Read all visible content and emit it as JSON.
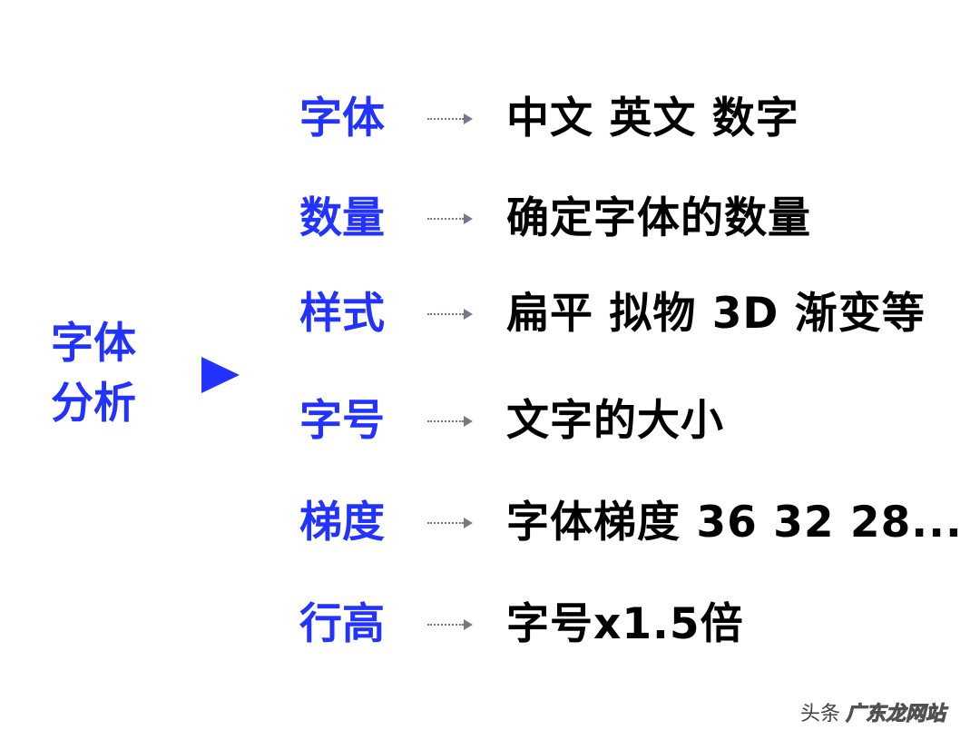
{
  "left_title": {
    "line1": "字体",
    "line2": "分析"
  },
  "colors": {
    "accent": "#2233ff",
    "text": "#000000",
    "connector": "#77778a"
  },
  "rows": [
    {
      "key": "字体",
      "value": "中文 英文 数字"
    },
    {
      "key": "数量",
      "value": "确定字体的数量"
    },
    {
      "key": "样式",
      "value": "扁平 拟物 3D 渐变等"
    },
    {
      "key": "字号",
      "value": "文字的大小"
    },
    {
      "key": "梯度",
      "value": "字体梯度 36 32 28..."
    },
    {
      "key": "行高",
      "value": "字号x1.5倍"
    }
  ],
  "watermark": {
    "source": "头条",
    "site": "广东龙网站"
  }
}
